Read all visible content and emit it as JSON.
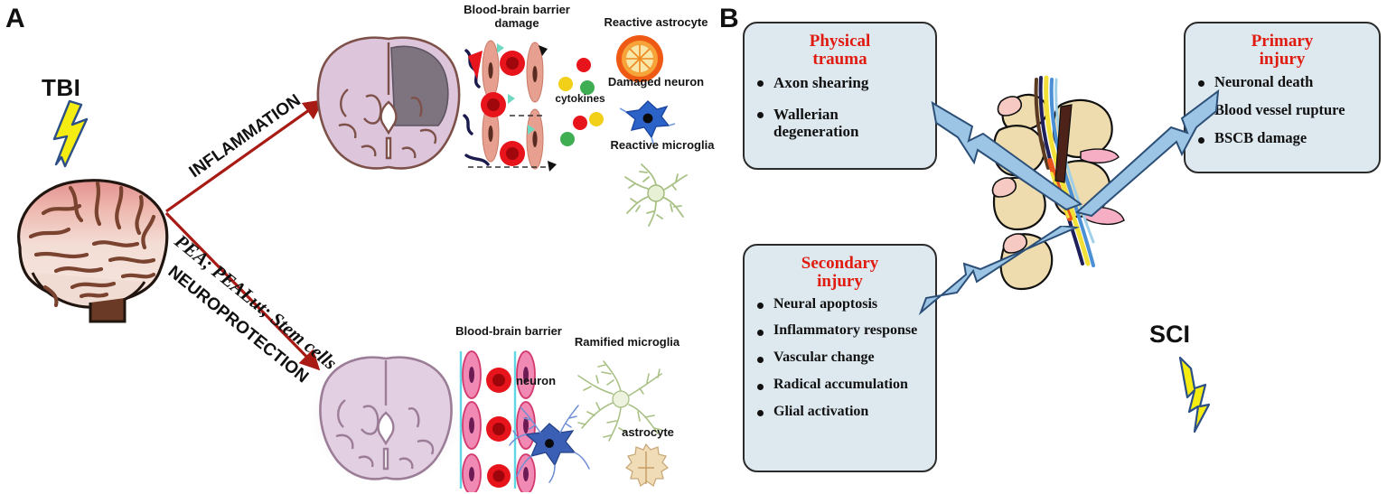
{
  "figure": {
    "panels": [
      {
        "letter": "A"
      },
      {
        "letter": "B"
      }
    ]
  },
  "panel_a": {
    "letter": "A",
    "injury_label": "TBI",
    "bolt_icon": "lightning-bolt-icon",
    "brain_icon": "lateral-brain-icon",
    "arrows": [
      {
        "label": "INFLAMMATION",
        "style": "upper",
        "color": "#a81a14"
      },
      {
        "label": "PEA; PEALut; Stem cells",
        "style": "italic-serif",
        "color": "#a81a14"
      },
      {
        "label": "NEUROPROTECTION",
        "style": "lower",
        "color": "#a81a14"
      }
    ],
    "top_branch": {
      "brain_section_icon": "coronal-brain-lesion-icon",
      "barrier_label": "Blood-brain barrier\ndamage",
      "barrier_label_line1": "Blood-brain barrier",
      "barrier_label_line2": "damage",
      "cytokines_label": "cytokines",
      "cells": [
        {
          "label": "Reactive astrocyte",
          "icon": "reactive-astrocyte-icon"
        },
        {
          "label": "Damaged neuron",
          "icon": "damaged-neuron-icon"
        },
        {
          "label": "Reactive microglia",
          "icon": "reactive-microglia-icon"
        }
      ]
    },
    "bottom_branch": {
      "brain_section_icon": "coronal-brain-healthy-icon",
      "barrier_label": "Blood-brain barrier",
      "cells": [
        {
          "label": "Ramified microglia",
          "icon": "ramified-microglia-icon"
        },
        {
          "label": "neuron",
          "icon": "neuron-icon"
        },
        {
          "label": "astrocyte",
          "icon": "astrocyte-icon"
        }
      ]
    }
  },
  "panel_b": {
    "letter": "B",
    "injury_label": "SCI",
    "bolt_icon": "lightning-bolt-icon",
    "spine_icon": "injured-spinal-cord-icon",
    "boxes": [
      {
        "id": "physical-trauma",
        "title": "Physical\ntrauma",
        "title_line1": "Physical",
        "title_line2": "trauma",
        "items": [
          "Axon shearing",
          "Wallerian\ndegeneration"
        ],
        "items_display": [
          "Axon shearing",
          "Wallerian degeneration"
        ]
      },
      {
        "id": "primary-injury",
        "title": "Primary\ninjury",
        "title_line1": "Primary",
        "title_line2": "injury",
        "items": [
          "Neuronal death",
          "Blood vessel rupture",
          "BSCB damage"
        ],
        "items_display": [
          "Neuronal death",
          "Blood vessel rupture",
          "BSCB damage"
        ]
      },
      {
        "id": "secondary-injury",
        "title": "Secondary\ninjury",
        "title_line1": "Secondary",
        "title_line2": "injury",
        "items": [
          "Neural apoptosis",
          "Inflammatory\nresponse",
          "Vascular change",
          "Radical accumulation",
          "Glial activation"
        ],
        "items_display": [
          "Neural apoptosis",
          "Inflammatory response",
          "Vascular change",
          "Radical accumulation",
          "Glial activation"
        ]
      }
    ],
    "arrow_icon": "blue-double-headed-arrow-icon"
  },
  "colors": {
    "box_fill": "#dde8ef",
    "box_border": "#2b2b2b",
    "title_red": "#e01b10",
    "arrow_red": "#a81a14",
    "arrow_blue": "#9cc4e4",
    "arrow_blue_edge": "#2c4f77",
    "bolt_yellow": "#f5ec12",
    "bolt_edge": "#2b4f86",
    "brain_pink": "#efd2d2",
    "brain_section": "#ddc6dc",
    "lesion_gray": "#7e7480",
    "bone_tan": "#efdcae"
  }
}
